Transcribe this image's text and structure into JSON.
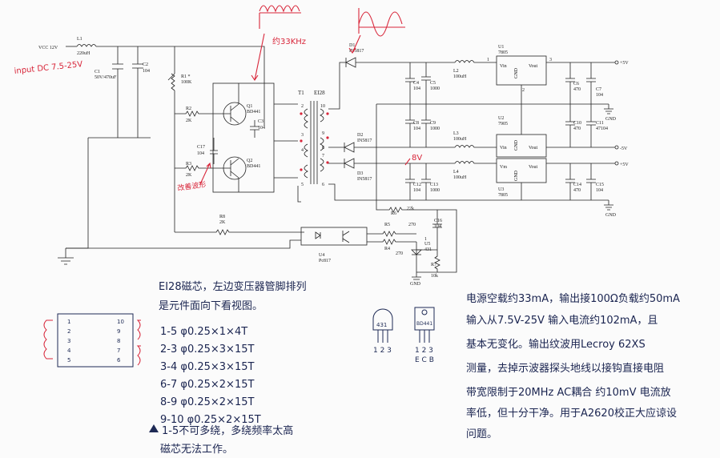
{
  "input": {
    "vcc": "VCC 12V",
    "note": "input DC 7.5-25V"
  },
  "waveforms": {
    "freq_note": "约33KHz"
  },
  "components": {
    "l1": {
      "ref": "L1",
      "val": "220uH"
    },
    "c1": {
      "ref": "C1",
      "val": "50V/470uF"
    },
    "c2": {
      "ref": "C2",
      "val": "104"
    },
    "r1": {
      "ref": "R1 *",
      "val": "100K"
    },
    "r2": {
      "ref": "R2",
      "val": "2K"
    },
    "r3": {
      "ref": "R3",
      "val": "2K"
    },
    "c3": {
      "ref": "C3",
      "val": "104"
    },
    "c17": {
      "ref": "C17",
      "val": "104"
    },
    "q1": {
      "ref": "Q1",
      "val": "BD441"
    },
    "q2": {
      "ref": "Q2",
      "val": "BD441"
    },
    "t1": {
      "ref": "T1",
      "val": "EI28"
    },
    "d1": {
      "ref": "D1",
      "val": "IN5817"
    },
    "d2": {
      "ref": "D2",
      "val": "IN5817"
    },
    "d3": {
      "ref": "D3",
      "val": "IN5817"
    },
    "c4": {
      "ref": "C4",
      "val": "104"
    },
    "c5": {
      "ref": "C5",
      "val": "1000"
    },
    "c8": {
      "ref": "C8",
      "val": "104"
    },
    "c9": {
      "ref": "C9",
      "val": "1000"
    },
    "c12": {
      "ref": "C12",
      "val": "104"
    },
    "c13": {
      "ref": "C13",
      "val": "1000"
    },
    "l2": {
      "ref": "L2",
      "val": "100uH"
    },
    "l3": {
      "ref": "L3",
      "val": "100uH"
    },
    "l4": {
      "ref": "L4",
      "val": "100uH"
    },
    "u1": {
      "ref": "U1",
      "val": "7805"
    },
    "u2": {
      "ref": "U2",
      "val": "7905"
    },
    "u3": {
      "ref": "U3",
      "val": "7805"
    },
    "c6": {
      "ref": "C6",
      "val": "470"
    },
    "c7": {
      "ref": "C7",
      "val": "104"
    },
    "c10": {
      "ref": "C10",
      "val": "470"
    },
    "c11": {
      "ref": "C11",
      "val": "47104"
    },
    "c14": {
      "ref": "C14",
      "val": "470"
    },
    "c15": {
      "ref": "C15",
      "val": "104"
    },
    "r4": {
      "ref": "R4",
      "val": "270"
    },
    "r5": {
      "ref": "R5",
      "val": "270"
    },
    "r6": {
      "ref": "R6",
      "val": "22k"
    },
    "r7": {
      "ref": "R7",
      "val": "10k"
    },
    "r8": {
      "ref": "R8",
      "val": "2K"
    },
    "c16": {
      "ref": "C16",
      "val": "104"
    },
    "u4": {
      "ref": "U4",
      "val": "Pc817"
    },
    "u5": {
      "ref": "U5",
      "val": "431"
    }
  },
  "regulator": {
    "vin": "Vin",
    "vout": "Vout",
    "vm": "Vm",
    "gnd": "GND"
  },
  "outputs": {
    "p5a": "+5V",
    "n5": "-5V",
    "p5b": "+5V",
    "gnd": "GND",
    "gnd2": "GND"
  },
  "annotations": {
    "v8": "8V",
    "wave_check": "改善波形",
    "pin_one": "1"
  },
  "pins": {
    "p1": "1",
    "p2": "2",
    "p3": "3",
    "p4": "4",
    "p5": "5",
    "p6": "6",
    "p7": "7",
    "p8": "8",
    "p9": "9",
    "p10": "10",
    "vin": "1",
    "vout": "3",
    "gnd": "2"
  },
  "transformer_notes": {
    "title": "EI28磁芯，左边变压器管脚排列",
    "subtitle": "是元件面向下看视图。",
    "windings": [
      "1-5   φ0.25×1×4T",
      "2-3   φ0.25×3×15T",
      "3-4   φ0.25×3×15T",
      "6-7   φ0.25×2×15T",
      "8-9   φ0.25×2×15T",
      "9-10  φ0.25×2×15T"
    ],
    "footnote1": "1-5不可多绕，多绕频率太高",
    "footnote2": "磁芯无法工作。",
    "left_pins": [
      "1",
      "2",
      "3",
      "4",
      "5"
    ],
    "right_pins": [
      "10",
      "9",
      "8",
      "7",
      "6"
    ]
  },
  "transistors": {
    "left_label": "431",
    "left_pins": "1 2 3",
    "right_label": "BD441",
    "right_pins": "1 2 3",
    "right_pin_names": "E C B"
  },
  "notes_right": [
    "电源空载约33mA，输出接100Ω负载约50mA",
    "输入从7.5V-25V 输入电流约102mA，且",
    "基本无变化。输出纹波用Lecroy 62XS",
    "测量，去掉示波器探头地线以接钩直接电阻",
    "带宽限制于20MHz AC耦合 约10mV 电流放",
    "率低，但十分干净。用于A2620校正大应谅设",
    "问题。"
  ]
}
